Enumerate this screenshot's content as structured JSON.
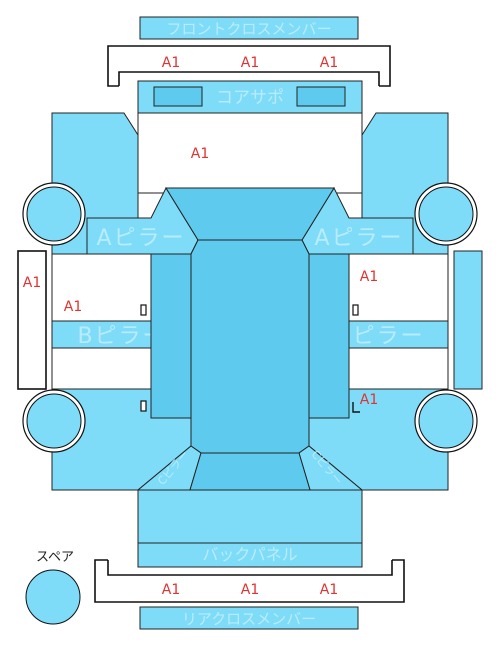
{
  "labels": {
    "front_cross_member": "フロントクロスメンバー",
    "core_support": "コアサポ",
    "a_pillar": "Aピラー",
    "b_pillar": "Bピラー",
    "c_pillar": "Cピラー",
    "back_panel": "バックパネル",
    "rear_cross_member": "リアクロスメンバー",
    "spare": "スペア"
  },
  "damage_mark": "A1",
  "colors": {
    "panel": "#7fdcf8",
    "panel_dark": "#5ecbee",
    "mark": "#e23232"
  }
}
